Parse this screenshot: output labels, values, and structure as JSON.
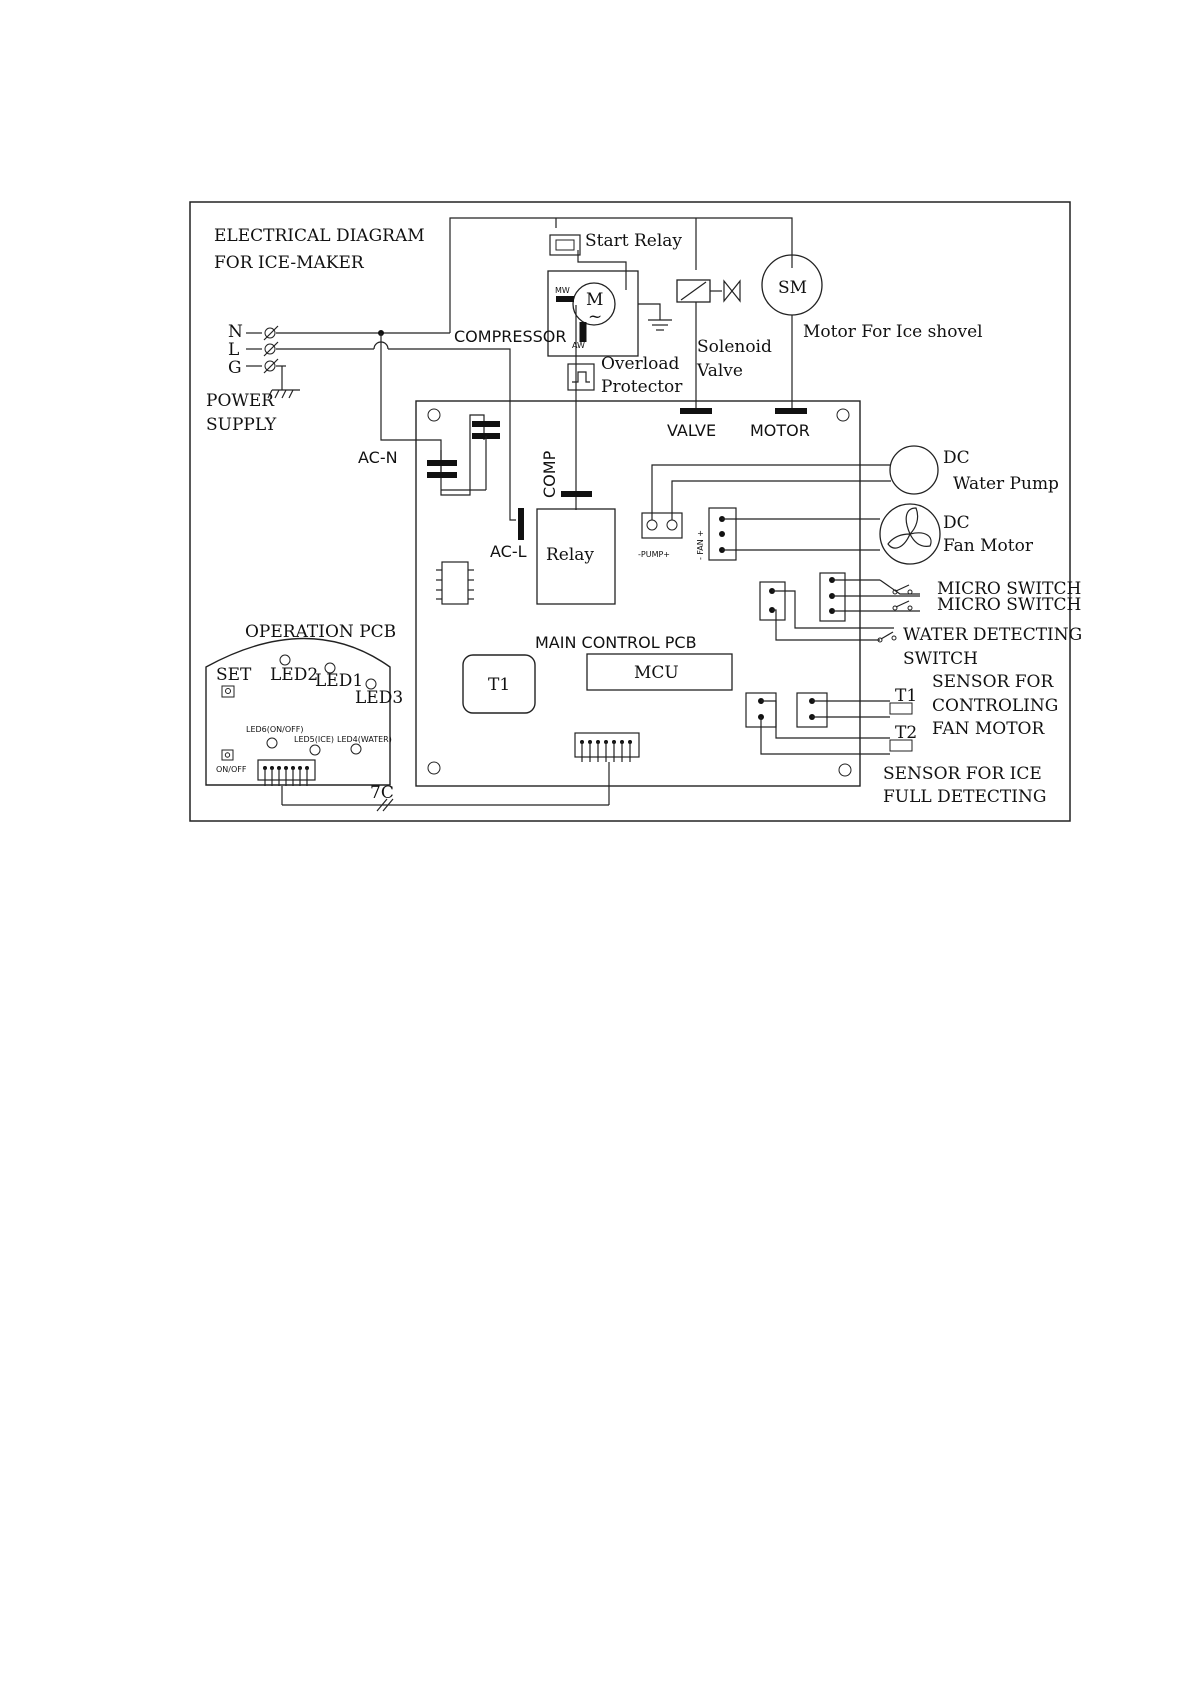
{
  "title": {
    "line1": "ELECTRICAL DIAGRAM",
    "line2": "FOR ICE-MAKER"
  },
  "power": {
    "n": "N",
    "l": "L",
    "g": "G",
    "label1": "POWER",
    "label2": "SUPPLY"
  },
  "compressor": {
    "label": "COMPRESSOR",
    "start_relay": "Start Relay",
    "motor_symbol": "M",
    "mw": "MW",
    "aw": "AW",
    "overload1": "Overload",
    "overload2": "Protector"
  },
  "solenoid": {
    "line1": "Solenoid",
    "line2": "Valve"
  },
  "shovel_motor": {
    "symbol": "SM",
    "label": "Motor For Ice shovel"
  },
  "main_pcb": {
    "title": "MAIN CONTROL PCB",
    "ac_n": "AC-N",
    "ac_l": "AC-L",
    "comp": "COMP",
    "relay": "Relay",
    "valve": "VALVE",
    "motor": "MOTOR",
    "pump": "-PUMP+",
    "fan": "- FAN +",
    "t1": "T1",
    "mcu": "MCU"
  },
  "water_pump": {
    "line1": "DC",
    "line2": "Water Pump"
  },
  "fan_motor": {
    "line1": "DC",
    "line2": "Fan Motor"
  },
  "switches": {
    "micro1": "MICRO SWITCH",
    "micro2": "MICRO SWITCH",
    "water1": "WATER DETECTING",
    "water2": "SWITCH"
  },
  "sensors": {
    "t1": "T1",
    "t2": "T2",
    "fan_line1": "SENSOR FOR",
    "fan_line2": "CONTROLING",
    "fan_line3": "FAN MOTOR",
    "ice_line1": "SENSOR FOR ICE",
    "ice_line2": "FULL DETECTING"
  },
  "operation_pcb": {
    "title": "OPERATION PCB",
    "set": "SET",
    "led1": "LED1",
    "led2": "LED2",
    "led3": "LED3",
    "led4": "LED4(WATER)",
    "led5": "LED5(ICE)",
    "led6": "LED6(ON/OFF)",
    "onoff": "ON/OFF",
    "cable": "7C"
  }
}
